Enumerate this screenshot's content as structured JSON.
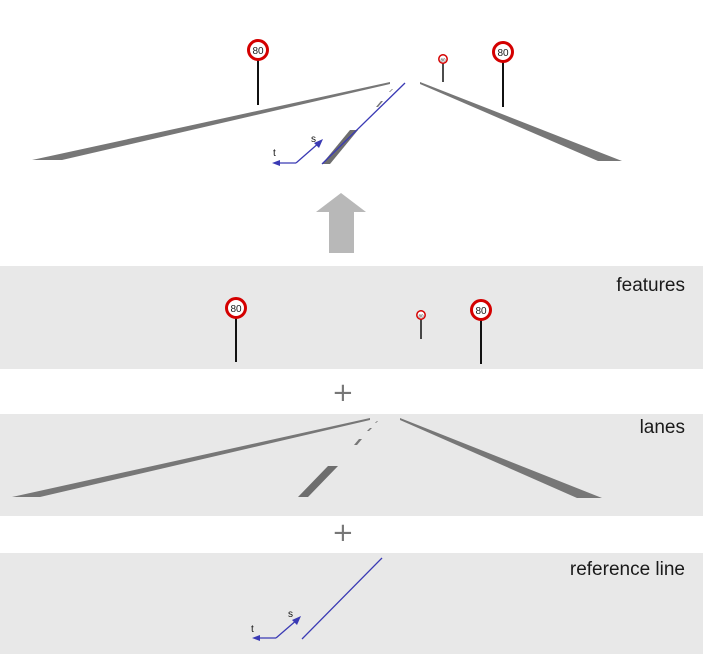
{
  "layers": {
    "features": {
      "label": "features"
    },
    "lanes": {
      "label": "lanes"
    },
    "reference_line": {
      "label": "reference line"
    }
  },
  "operators": {
    "plus_1": "+",
    "plus_2": "+"
  },
  "signs": {
    "limit_main": "80",
    "limit_small": "80"
  },
  "axes": {
    "s": "s",
    "t": "t"
  },
  "colors": {
    "layer_bg": "#e8e8e8",
    "road_marking": "#777777",
    "reference_line": "#3a3ab4",
    "sign_ring": "#d40000",
    "arrow": "#b8b8b8"
  }
}
